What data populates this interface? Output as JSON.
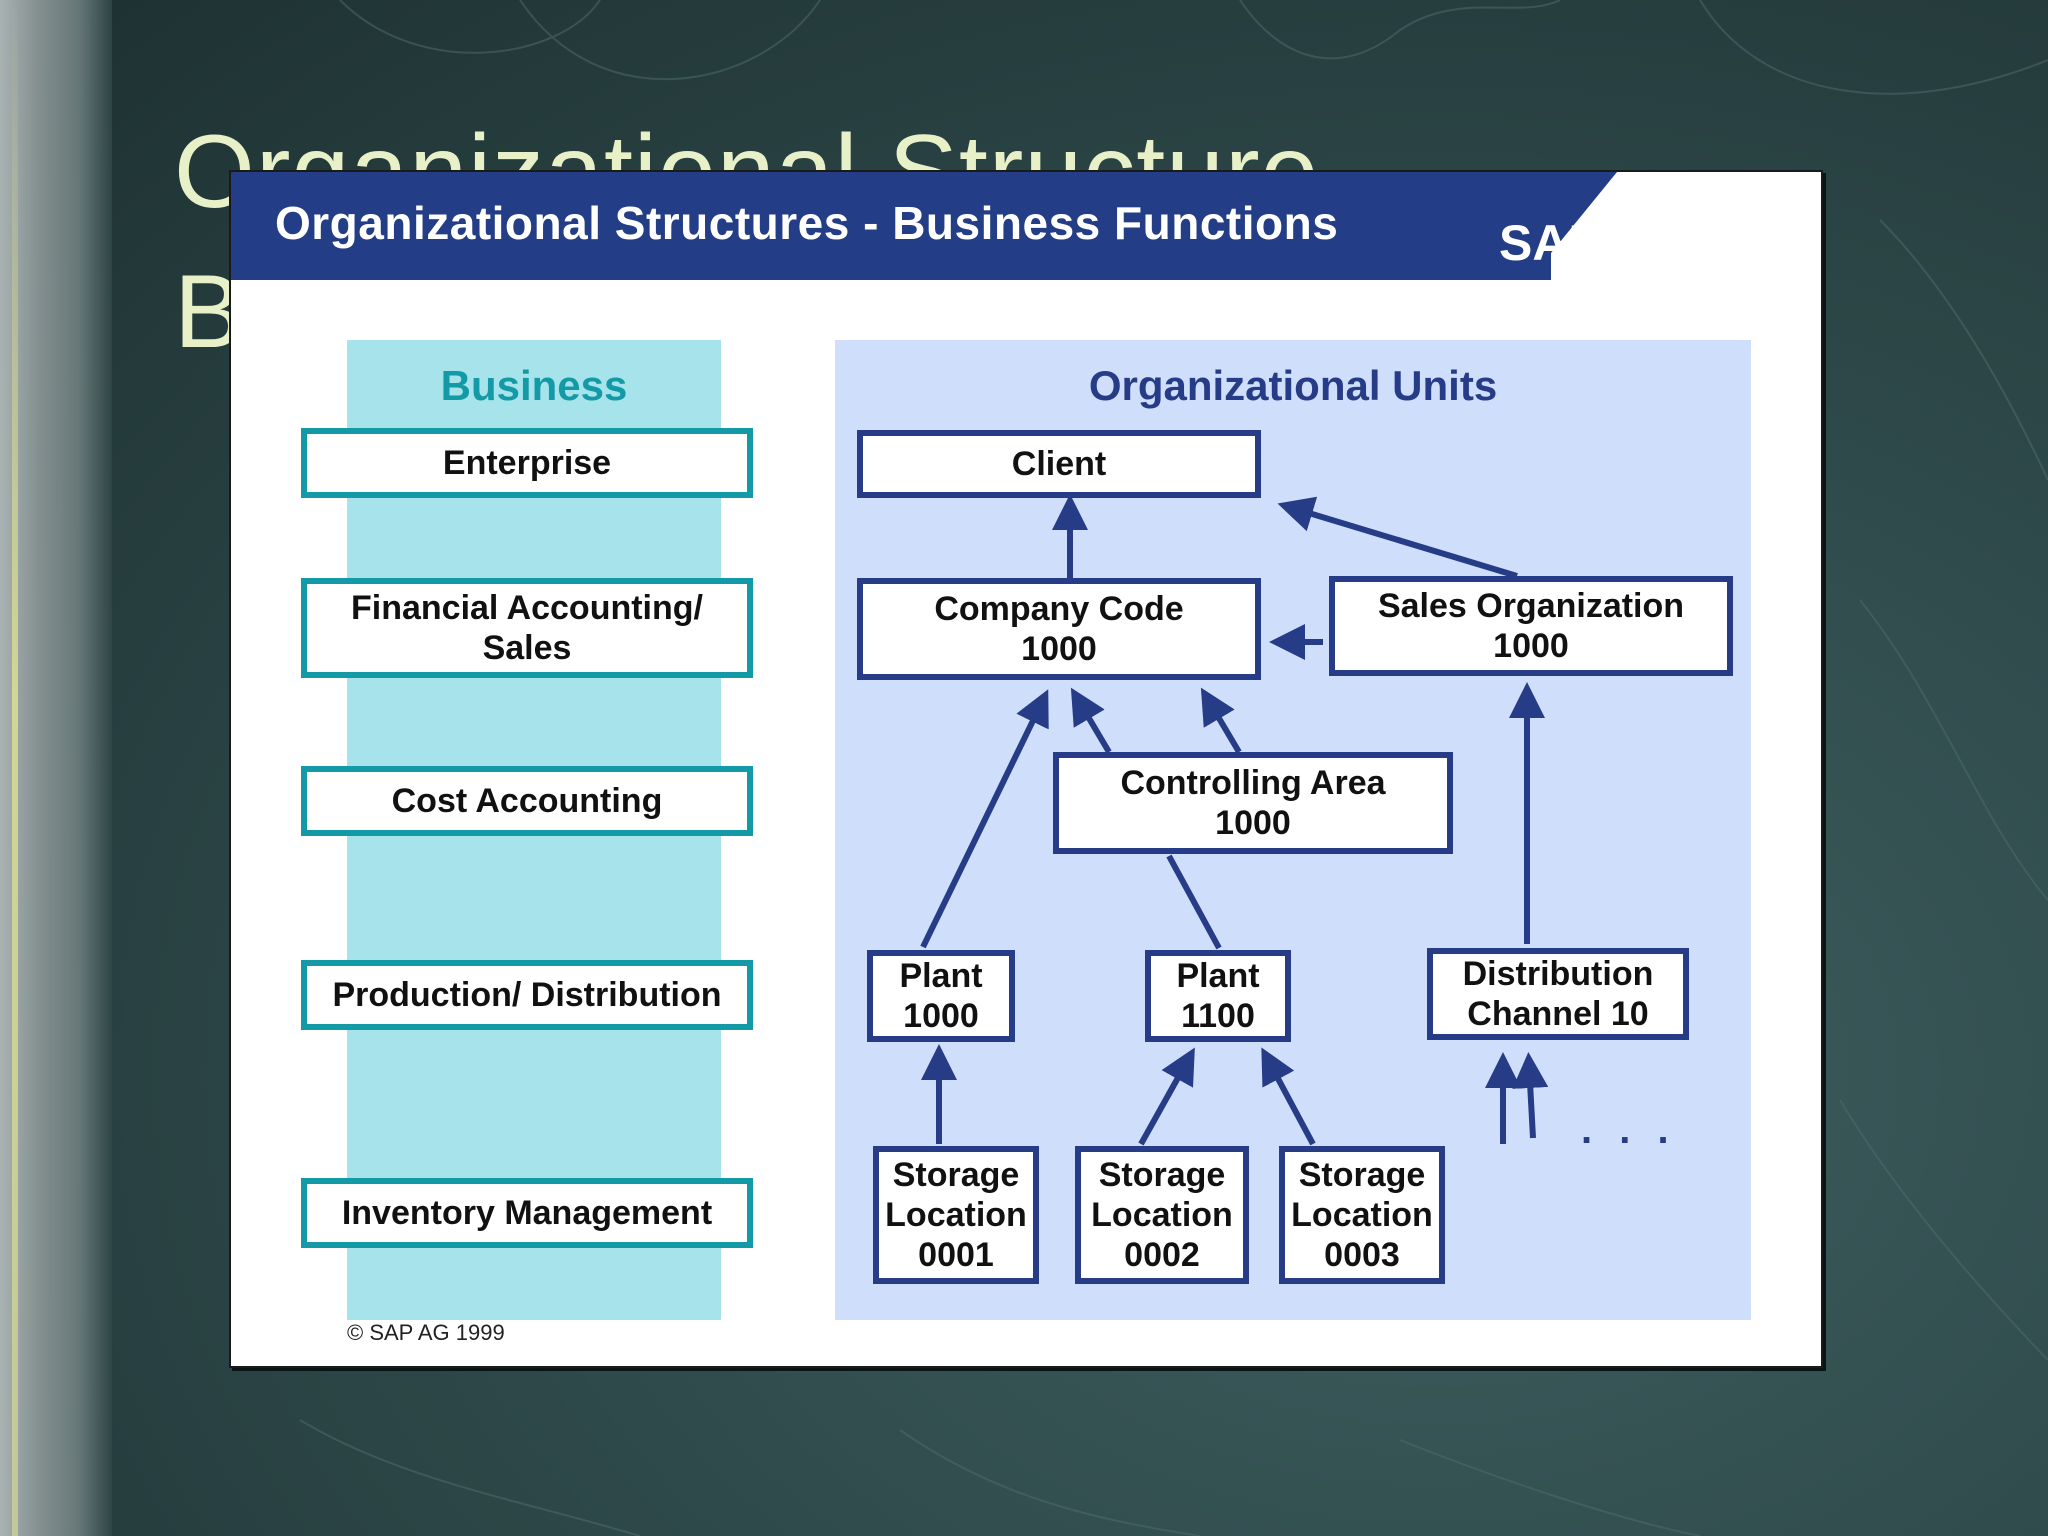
{
  "slide": {
    "title": "Organizational Structure – Business Functions"
  },
  "header": {
    "title": "Organizational Structures - Business Functions",
    "logo_text": "SAP"
  },
  "business": {
    "heading": "Business",
    "items": [
      {
        "line1": "Enterprise",
        "line2": ""
      },
      {
        "line1": "Financial Accounting/",
        "line2": "Sales"
      },
      {
        "line1": "Cost Accounting",
        "line2": ""
      },
      {
        "line1": "Production/ Distribution",
        "line2": ""
      },
      {
        "line1": "Inventory Management",
        "line2": ""
      }
    ]
  },
  "org_units": {
    "heading": "Organizational Units",
    "client": {
      "line1": "Client"
    },
    "company_code": {
      "line1": "Company Code",
      "line2": "1000"
    },
    "sales_org": {
      "line1": "Sales Organization",
      "line2": "1000"
    },
    "controlling_area": {
      "line1": "Controlling Area",
      "line2": "1000"
    },
    "plant_1000": {
      "line1": "Plant",
      "line2": "1000"
    },
    "plant_1100": {
      "line1": "Plant",
      "line2": "1100"
    },
    "distribution_channel": {
      "line1": "Distribution",
      "line2": "Channel 10"
    },
    "storage_0001": {
      "line1": "Storage",
      "line2": "Location",
      "line3": "0001"
    },
    "storage_0002": {
      "line1": "Storage",
      "line2": "Location",
      "line3": "0002"
    },
    "storage_0003": {
      "line1": "Storage",
      "line2": "Location",
      "line3": "0003"
    },
    "ellipsis": ". . ."
  },
  "footer": {
    "copyright": "© SAP AG 1999"
  },
  "colors": {
    "header_bg": "#233d86",
    "business_col": "#a6e3eb",
    "org_col": "#cfdefa",
    "business_border": "#139aa6",
    "org_border": "#263c86",
    "business_heading": "#139aa6",
    "org_heading": "#263c86"
  }
}
